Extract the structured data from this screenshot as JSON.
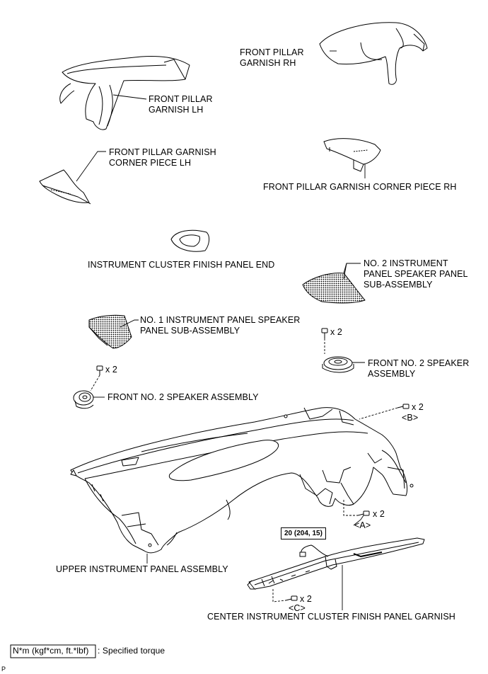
{
  "labels": {
    "front_pillar_garnish_rh": "FRONT PILLAR\nGARNISH RH",
    "front_pillar_garnish_lh": "FRONT PILLAR\nGARNISH LH",
    "corner_piece_lh": "FRONT PILLAR GARNISH\nCORNER PIECE LH",
    "corner_piece_rh": "FRONT PILLAR GARNISH CORNER PIECE RH",
    "cluster_finish_panel_end": "INSTRUMENT CLUSTER FINISH PANEL END",
    "no2_speaker_panel": "NO. 2 INSTRUMENT\nPANEL SPEAKER PANEL\nSUB-ASSEMBLY",
    "no1_speaker_panel": "NO. 1 INSTRUMENT PANEL SPEAKER\nPANEL SUB-ASSEMBLY",
    "speaker_right": "FRONT NO. 2 SPEAKER\nASSEMBLY",
    "speaker_left": "FRONT NO. 2 SPEAKER ASSEMBLY",
    "upper_panel": "UPPER INSTRUMENT PANEL ASSEMBLY",
    "center_cluster_garnish": "CENTER INSTRUMENT CLUSTER FINISH PANEL GARNISH"
  },
  "fasteners": {
    "qty_right_speaker": "x 2",
    "qty_left_speaker": "x 2",
    "qty_b": "x 2",
    "ref_b": "<B>",
    "qty_a": "x 2",
    "ref_a": "<A>",
    "qty_c": "x 2",
    "ref_c": "<C>"
  },
  "torque": {
    "value": "20 (204, 15)"
  },
  "legend": {
    "unit": "N*m (kgf*cm, ft.*lbf)",
    "description": ": Specified torque"
  },
  "corner_mark": "P"
}
